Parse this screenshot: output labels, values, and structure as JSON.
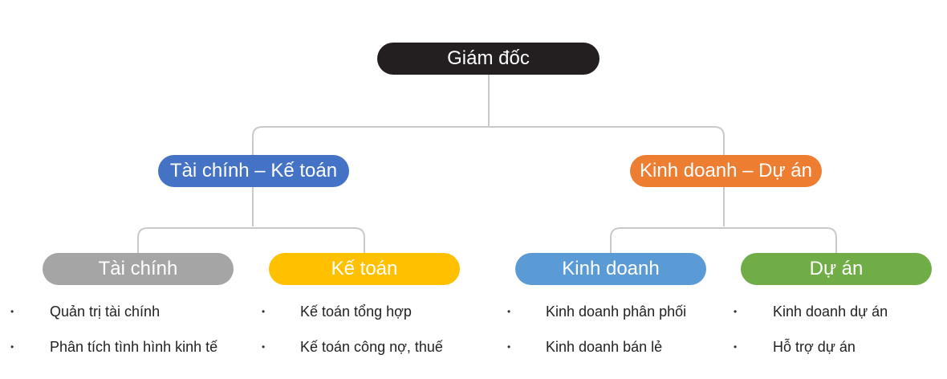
{
  "colors": {
    "root": "#231f20",
    "finance_accounting": "#4472c4",
    "business_project": "#ed7d31",
    "finance": "#a5a5a5",
    "accounting": "#ffc000",
    "business": "#5b9bd5",
    "project": "#70ad47",
    "connector": "#c9c9c9"
  },
  "root": {
    "label": "Giám đốc"
  },
  "level1": {
    "finance_accounting": "Tài chính – Kế toán",
    "business_project": "Kinh doanh – Dự án"
  },
  "level2": {
    "finance": "Tài chính",
    "accounting": "Kế toán",
    "business": "Kinh doanh",
    "project": "Dự án"
  },
  "lists": {
    "finance": [
      "Quản trị tài chính",
      "Phân tích tình hình kinh tế"
    ],
    "accounting": [
      "Kế toán tổng hợp",
      "Kế toán công nợ, thuế"
    ],
    "business": [
      "Kinh doanh phân phối",
      "Kinh doanh bán lẻ"
    ],
    "project": [
      "Kinh doanh dự án",
      "Hỗ trợ dự án"
    ]
  },
  "bullet_char": "•"
}
